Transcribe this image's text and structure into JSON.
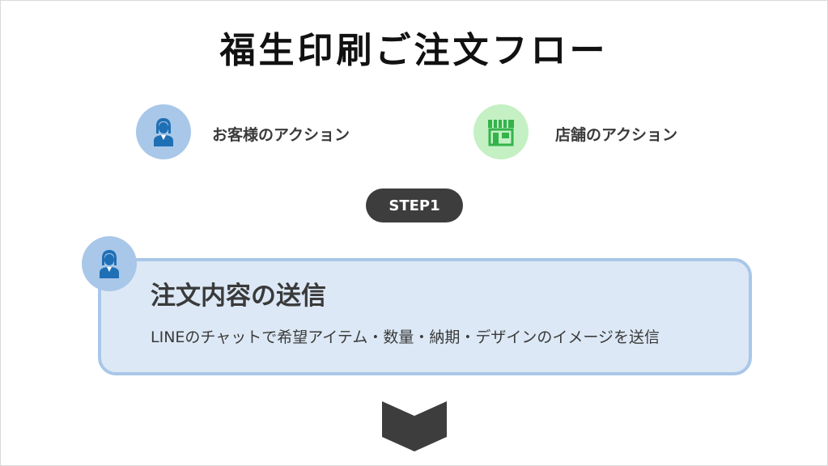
{
  "title": "福生印刷ご注文フロー",
  "legend": {
    "customer": {
      "label": "お客様のアクション",
      "icon": "customer-person-icon",
      "color": "#a9c7e8"
    },
    "store": {
      "label": "店舗のアクション",
      "icon": "storefront-icon",
      "color": "#c4f0c4"
    }
  },
  "step": {
    "label": "STEP1"
  },
  "card": {
    "title": "注文内容の送信",
    "description": "LINEのチャットで希望アイテム・数量・納期・デザインのイメージを送信",
    "icon": "customer-person-icon"
  },
  "next_indicator": {
    "icon": "chevron-down-icon",
    "color": "#3d3d3d"
  }
}
